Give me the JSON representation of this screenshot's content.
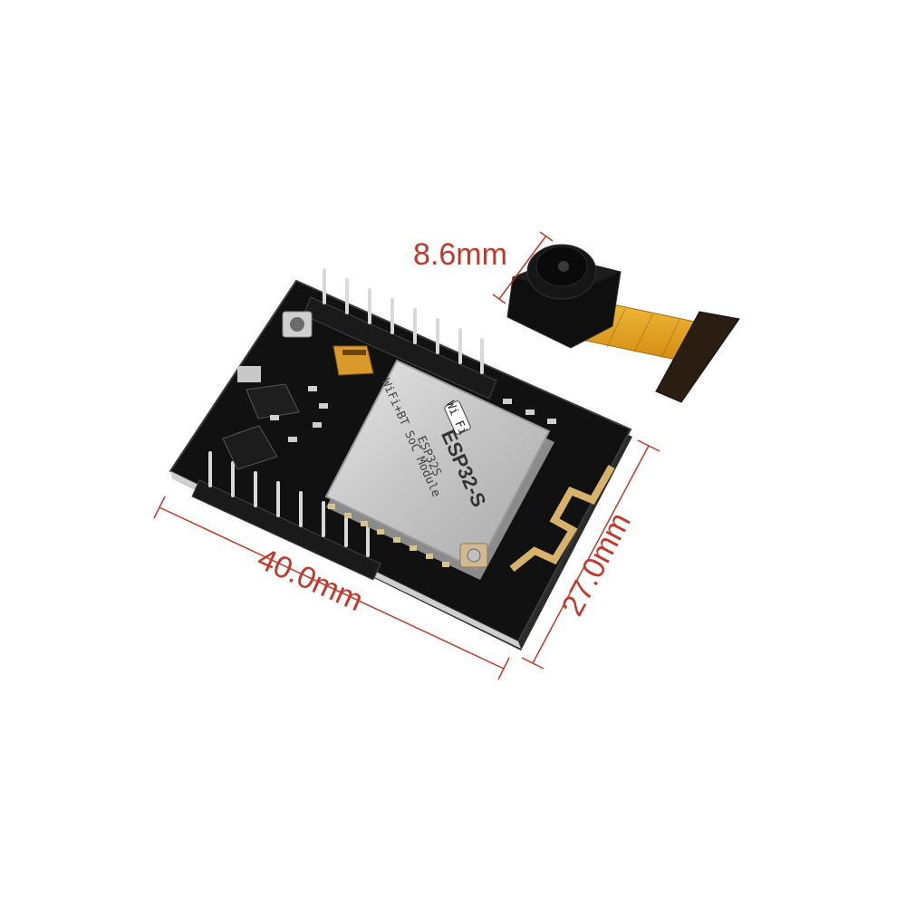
{
  "dimensions": {
    "camera_width": "8.6mm",
    "board_length": "40.0mm",
    "board_width": "27.0mm"
  },
  "module": {
    "line1": "ESP32-S",
    "line2": "ESP32S",
    "line3": "WiFi+BT SoC Module",
    "wifi_badge": "Wi Fi"
  },
  "colors": {
    "dimension_line": "#c0392b",
    "board": "#101010",
    "shield": "#c9c9c9",
    "flex_cable": "#e2a21d",
    "antenna": "#d8b26a"
  }
}
